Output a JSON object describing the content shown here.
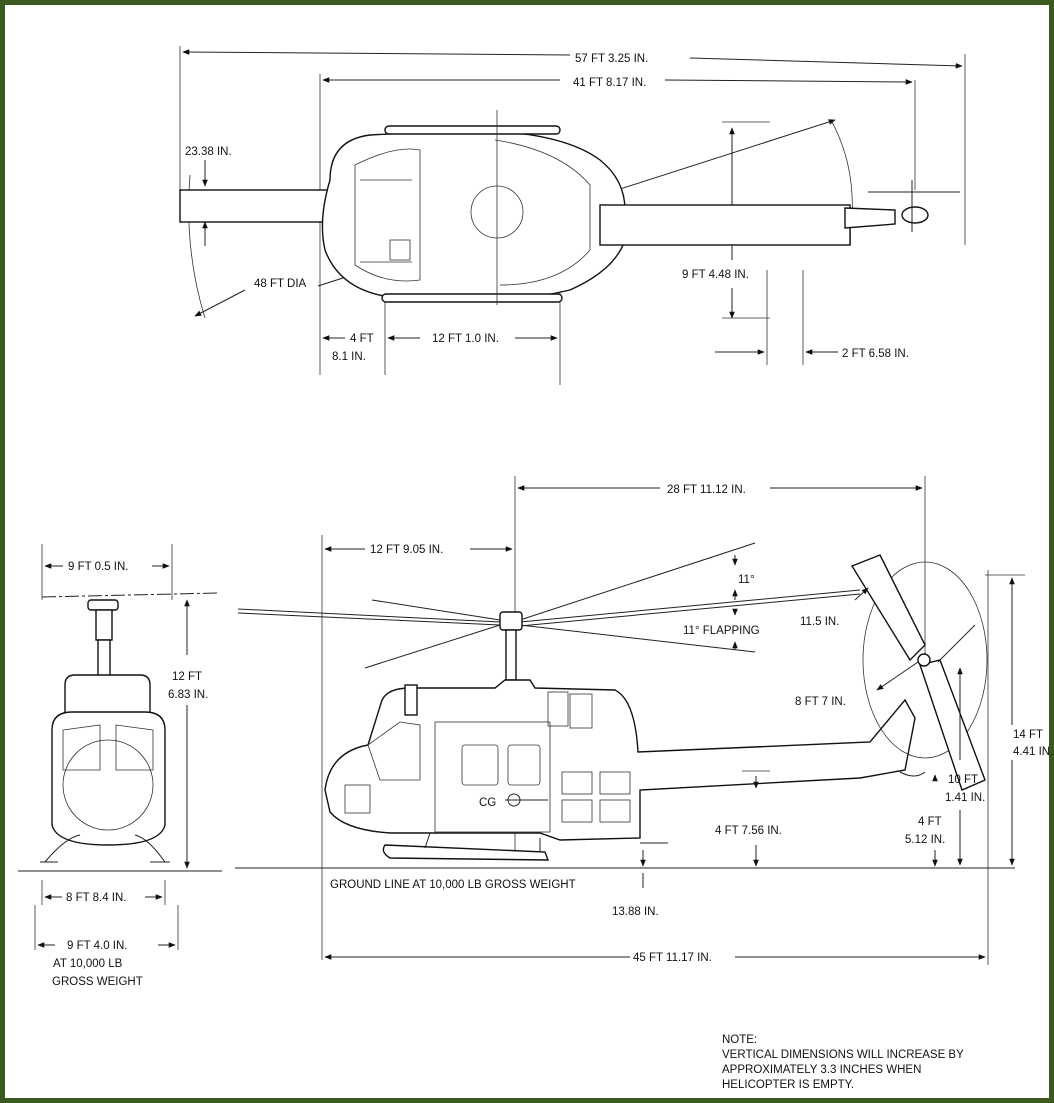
{
  "frame_color": "#3b5a1f",
  "top_view": {
    "overall_length": "57 FT 3.25 IN.",
    "fuselage_length": "41 FT 8.17 IN.",
    "blade_chord": "23.38 IN.",
    "rotor_diameter": "48 FT DIA",
    "nose_offset_ft": "4 FT",
    "nose_offset_in": "8.1 IN.",
    "mast_station": "12 FT 1.0 IN.",
    "stabilizer_span": "9 FT 4.48 IN.",
    "stabilizer_chord": "2 FT 6.58 IN."
  },
  "front_view": {
    "rotor_half_width": "9 FT 0.5 IN.",
    "height_ft": "12 FT",
    "height_in": "6.83 IN.",
    "tread": "8 FT 8.4 IN.",
    "tread_loaded": "9 FT 4.0 IN.",
    "tread_loaded_note_1": "AT 10,000 LB",
    "tread_loaded_note_2": "GROSS WEIGHT"
  },
  "side_view": {
    "mast_to_tail": "28 FT 11.12 IN.",
    "nose_to_mast": "12 FT 9.05 IN.",
    "up_angle": "11°",
    "flapping": "11° FLAPPING",
    "tail_rotor_angle": "11.5 IN.",
    "tail_rotor_dia": "8 FT 7 IN.",
    "total_height_ft": "14 FT",
    "total_height_in": "4.41 IN.",
    "tail_hub_ft": "10 FT",
    "tail_hub_in": "1.41 IN.",
    "tail_skid_ft": "4 FT",
    "tail_skid_in": "5.12 IN.",
    "cabin_height": "4 FT 7.56 IN.",
    "cg_label": "CG",
    "ground_line": "GROUND LINE AT 10,000 LB GROSS WEIGHT",
    "ground_clearance": "13.88 IN.",
    "overall_length": "45 FT 11.17 IN."
  },
  "note": {
    "title": "NOTE:",
    "line1": "VERTICAL DIMENSIONS WILL INCREASE BY",
    "line2": "APPROXIMATELY 3.3 INCHES WHEN",
    "line3": "HELICOPTER IS EMPTY."
  }
}
